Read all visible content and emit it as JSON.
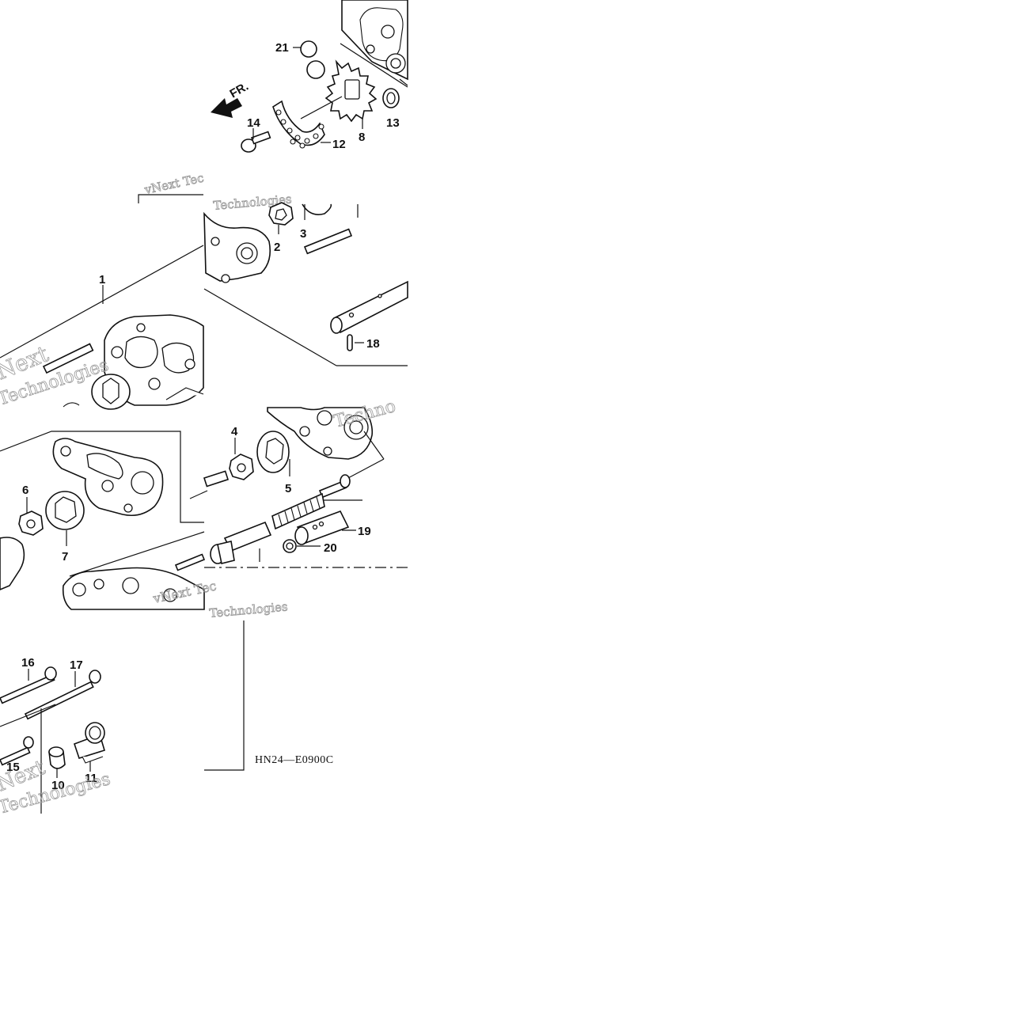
{
  "diagram_code": "HN24—E0900C",
  "direction_arrow": {
    "label": "FR.",
    "icon": "front-direction-arrow-icon"
  },
  "callouts": {
    "c1": "1",
    "c2": "2",
    "c3": "3",
    "c4": "4",
    "c5": "5",
    "c6": "6",
    "c7": "7",
    "c8": "8",
    "c10": "10",
    "c11": "11",
    "c12": "12",
    "c13": "13",
    "c14": "14",
    "c15": "15",
    "c16": "16",
    "c17": "17",
    "c18": "18",
    "c19": "19",
    "c20": "20",
    "c21": "21"
  },
  "watermark": {
    "brand_a": "vNext Tec",
    "brand_b": "Technologies",
    "brand_c": "Next",
    "brand_d": "Techno"
  },
  "colors": {
    "line": "#111111",
    "background": "#ffffff",
    "watermark": "#9a9a9a"
  }
}
